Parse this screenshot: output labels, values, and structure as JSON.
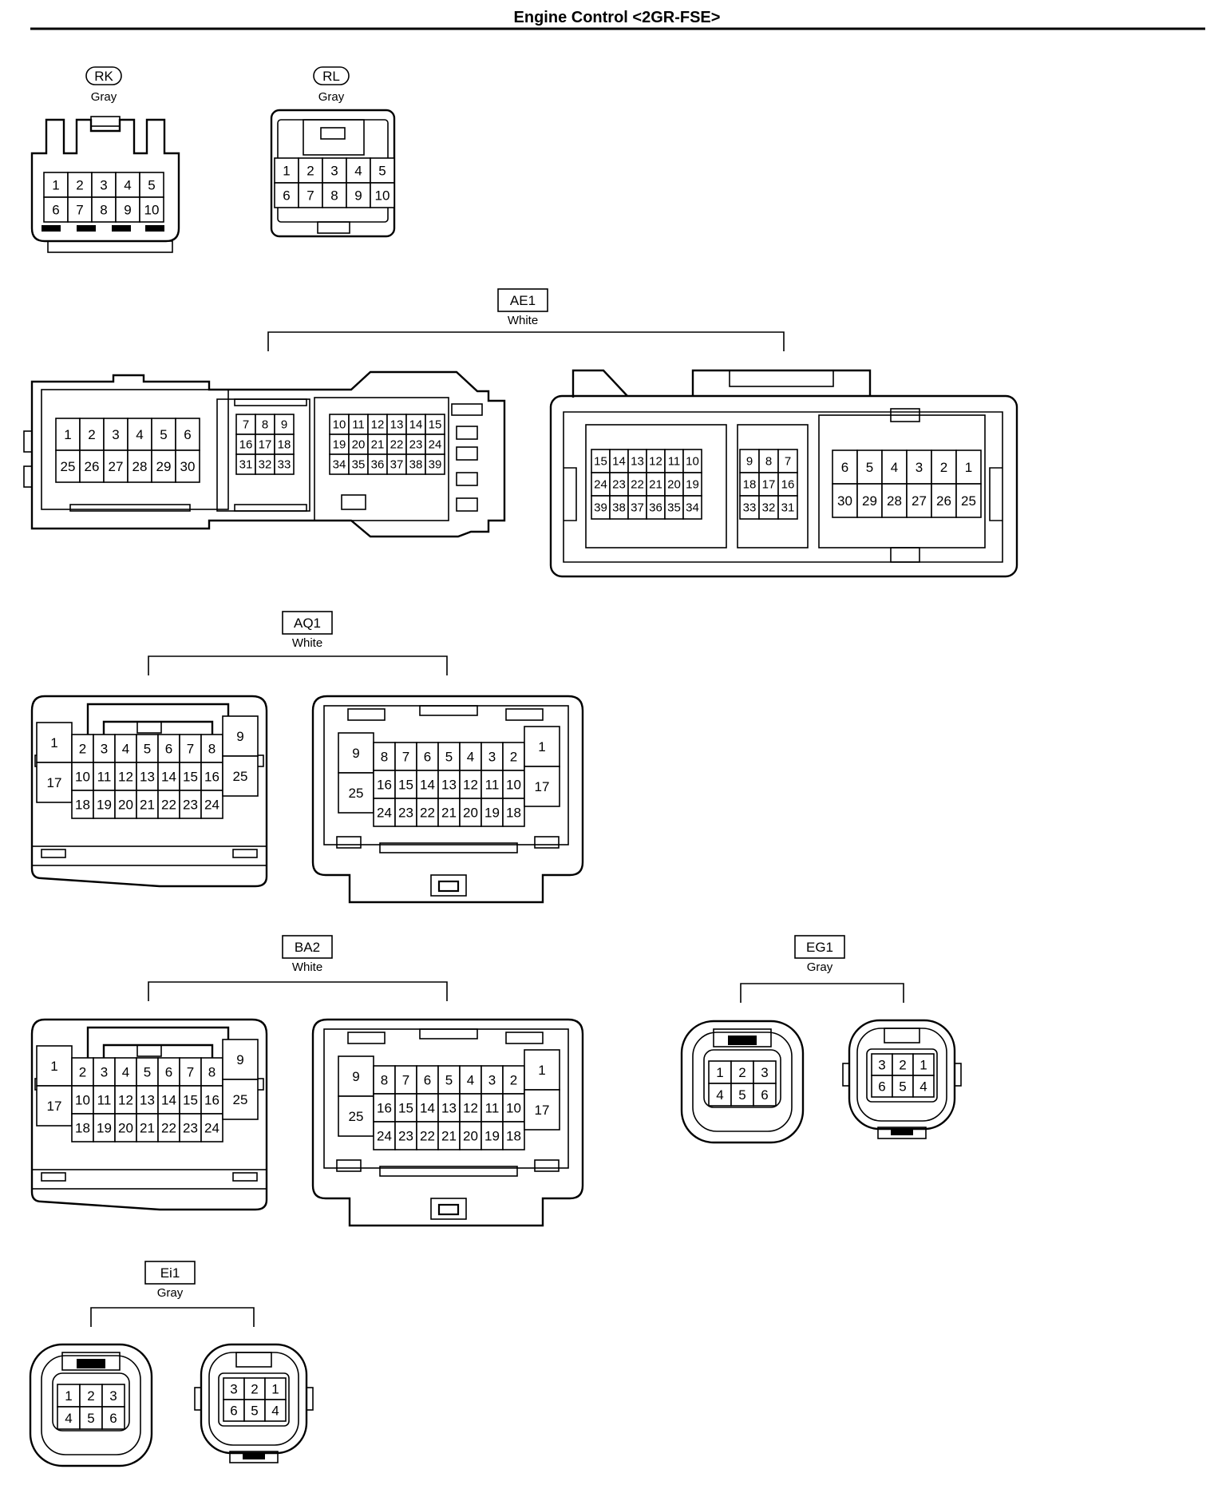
{
  "title": "Engine Control <2GR-FSE>",
  "connectors": {
    "RK": {
      "name": "RK",
      "color": "Gray"
    },
    "RL": {
      "name": "RL",
      "color": "Gray"
    },
    "AE1": {
      "name": "AE1",
      "color": "White"
    },
    "AQ1": {
      "name": "AQ1",
      "color": "White"
    },
    "BA2": {
      "name": "BA2",
      "color": "White"
    },
    "EG1": {
      "name": "EG1",
      "color": "Gray"
    },
    "Ei1": {
      "name": "Ei1",
      "color": "Gray"
    }
  },
  "pins": {
    "RK": [
      [
        "1",
        "2",
        "3",
        "4",
        "5"
      ],
      [
        "6",
        "7",
        "8",
        "9",
        "10"
      ]
    ],
    "RL": [
      [
        "1",
        "2",
        "3",
        "4",
        "5"
      ],
      [
        "6",
        "7",
        "8",
        "9",
        "10"
      ]
    ],
    "AE1_L_a": [
      [
        "1",
        "2",
        "3",
        "4",
        "5",
        "6"
      ],
      [
        "25",
        "26",
        "27",
        "28",
        "29",
        "30"
      ]
    ],
    "AE1_L_b": [
      [
        "7",
        "8",
        "9"
      ],
      [
        "16",
        "17",
        "18"
      ],
      [
        "31",
        "32",
        "33"
      ]
    ],
    "AE1_L_c": [
      [
        "10",
        "11",
        "12",
        "13",
        "14",
        "15"
      ],
      [
        "19",
        "20",
        "21",
        "22",
        "23",
        "24"
      ],
      [
        "34",
        "35",
        "36",
        "37",
        "38",
        "39"
      ]
    ],
    "AE1_R_a": [
      [
        "15",
        "14",
        "13",
        "12",
        "11",
        "10"
      ],
      [
        "24",
        "23",
        "22",
        "21",
        "20",
        "19"
      ],
      [
        "39",
        "38",
        "37",
        "36",
        "35",
        "34"
      ]
    ],
    "AE1_R_b": [
      [
        "9",
        "8",
        "7"
      ],
      [
        "18",
        "17",
        "16"
      ],
      [
        "33",
        "32",
        "31"
      ]
    ],
    "AE1_R_c": [
      [
        "6",
        "5",
        "4",
        "3",
        "2",
        "1"
      ],
      [
        "30",
        "29",
        "28",
        "27",
        "26",
        "25"
      ]
    ],
    "AQ1_L": {
      "top": [
        "1",
        "9"
      ],
      "bottom": [
        "17",
        "25"
      ],
      "rows": [
        [
          "2",
          "3",
          "4",
          "5",
          "6",
          "7",
          "8"
        ],
        [
          "10",
          "11",
          "12",
          "13",
          "14",
          "15",
          "16"
        ],
        [
          "18",
          "19",
          "20",
          "21",
          "22",
          "23",
          "24"
        ]
      ]
    },
    "AQ1_R": {
      "top": [
        "9",
        "1"
      ],
      "bottom": [
        "25",
        "17"
      ],
      "rows": [
        [
          "8",
          "7",
          "6",
          "5",
          "4",
          "3",
          "2"
        ],
        [
          "16",
          "15",
          "14",
          "13",
          "12",
          "11",
          "10"
        ],
        [
          "24",
          "23",
          "22",
          "21",
          "20",
          "19",
          "18"
        ]
      ]
    },
    "BA2_L": {
      "top": [
        "1",
        "9"
      ],
      "bottom": [
        "17",
        "25"
      ],
      "rows": [
        [
          "2",
          "3",
          "4",
          "5",
          "6",
          "7",
          "8"
        ],
        [
          "10",
          "11",
          "12",
          "13",
          "14",
          "15",
          "16"
        ],
        [
          "18",
          "19",
          "20",
          "21",
          "22",
          "23",
          "24"
        ]
      ]
    },
    "BA2_R": {
      "top": [
        "9",
        "1"
      ],
      "bottom": [
        "25",
        "17"
      ],
      "rows": [
        [
          "8",
          "7",
          "6",
          "5",
          "4",
          "3",
          "2"
        ],
        [
          "16",
          "15",
          "14",
          "13",
          "12",
          "11",
          "10"
        ],
        [
          "24",
          "23",
          "22",
          "21",
          "20",
          "19",
          "18"
        ]
      ]
    },
    "EG1_L": [
      [
        "1",
        "2",
        "3"
      ],
      [
        "4",
        "5",
        "6"
      ]
    ],
    "EG1_R": [
      [
        "3",
        "2",
        "1"
      ],
      [
        "6",
        "5",
        "4"
      ]
    ],
    "Ei1_L": [
      [
        "1",
        "2",
        "3"
      ],
      [
        "4",
        "5",
        "6"
      ]
    ],
    "Ei1_R": [
      [
        "3",
        "2",
        "1"
      ],
      [
        "6",
        "5",
        "4"
      ]
    ]
  }
}
